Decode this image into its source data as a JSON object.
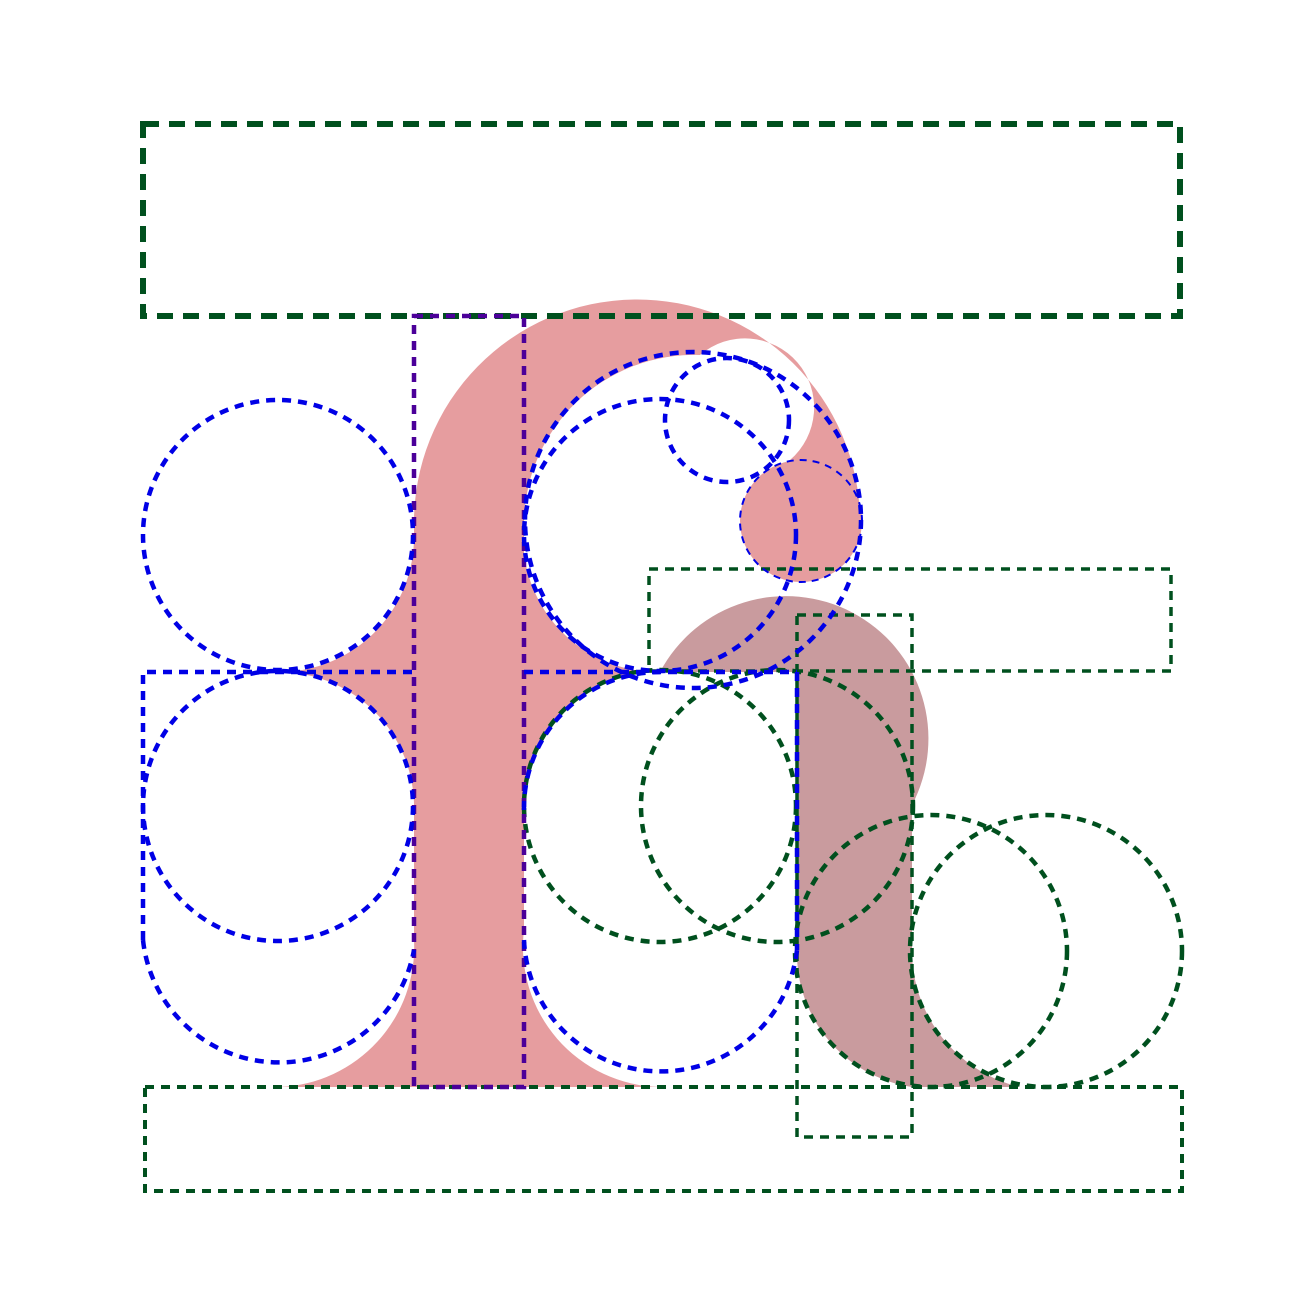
{
  "colors": {
    "background": "#ffffff",
    "glyph_f_fill": "#e69d9f",
    "glyph_tail_fill": "#c99b9e",
    "guide_blue": "#0000e6",
    "guide_overlap": "#4b0099",
    "guide_green": "#00501e"
  },
  "diagram": {
    "subject": "letter-f-construction-guides",
    "shapes": [
      "glyph-f-body",
      "glyph-f-terminal-ball",
      "glyph-tail-stroke",
      "ascender-band",
      "baseline-band",
      "crossbar-box",
      "tail-stem-box",
      "stem-guide-rect",
      "left-counter-rect",
      "upper-left-circle",
      "lower-left-circle",
      "hood-outer-circle",
      "hood-inner-circle",
      "small-hood-circle",
      "terminal-circle",
      "right-bowl-circle",
      "tail-circles"
    ]
  }
}
